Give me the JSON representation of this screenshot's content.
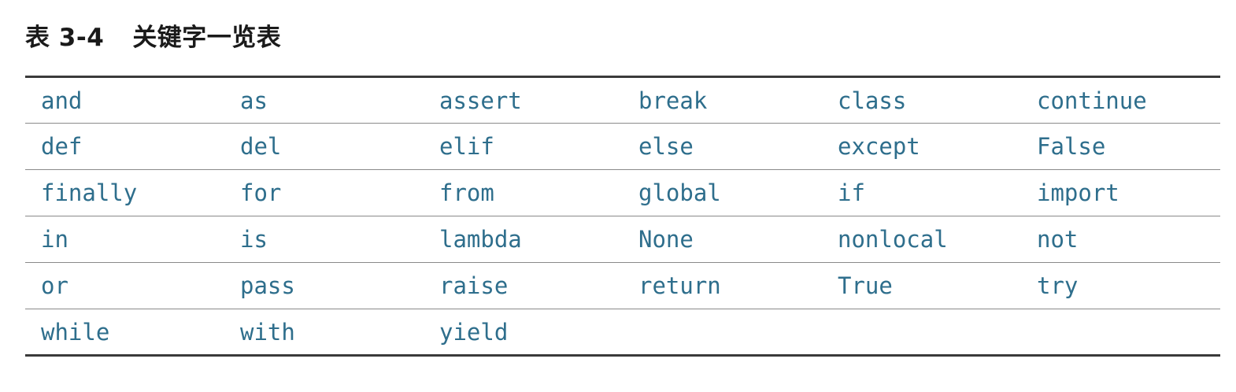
{
  "caption": {
    "number": "表 3-4",
    "title": "关键字一览表"
  },
  "colors": {
    "keyword": "#2e6e8c",
    "rule": "#3a3a3a"
  },
  "rows": [
    [
      "and",
      "as",
      "assert",
      "break",
      "class",
      "continue"
    ],
    [
      "def",
      "del",
      "elif",
      "else",
      "except",
      "False"
    ],
    [
      "finally",
      "for",
      "from",
      "global",
      "if",
      "import"
    ],
    [
      "in",
      "is",
      "lambda",
      "None",
      "nonlocal",
      "not"
    ],
    [
      "or",
      "pass",
      "raise",
      "return",
      "True",
      "try"
    ],
    [
      "while",
      "with",
      "yield",
      "",
      "",
      ""
    ]
  ]
}
